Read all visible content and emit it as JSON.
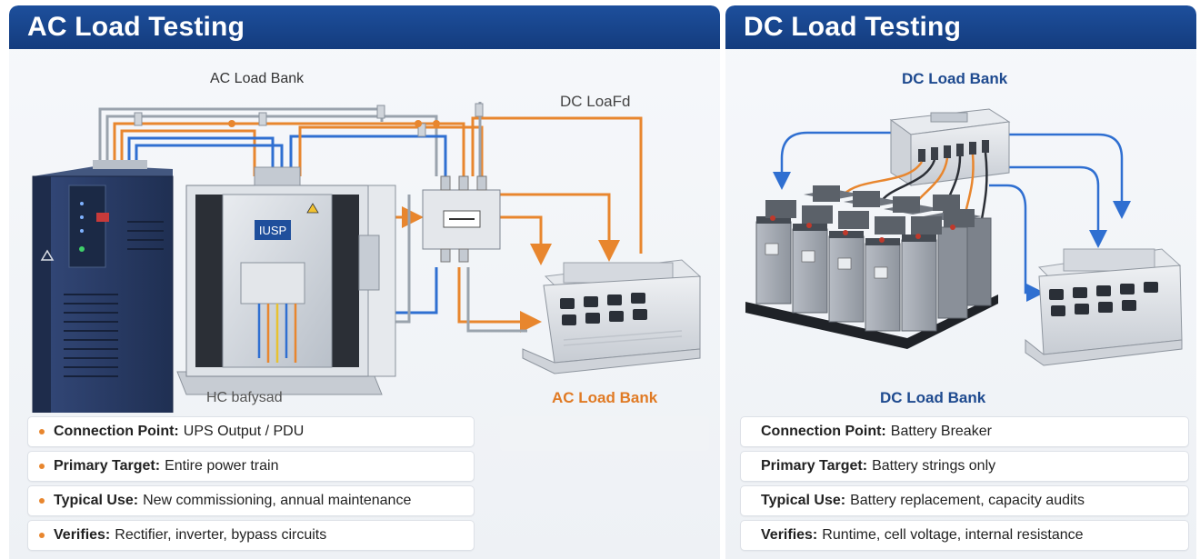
{
  "ac_panel": {
    "title": "AC Load Testing",
    "label_top": "AC Load Bank",
    "label_dc_top": "DC LoaFd",
    "label_bottom_left": "HC bafysad",
    "label_bottom_right": "AC Load Bank",
    "ups_badge": "IUSP",
    "items": [
      {
        "label": "Connection Point:",
        "value": "UPS Output / PDU"
      },
      {
        "label": "Primary Target:",
        "value": "Entire power train"
      },
      {
        "label": "Typical Use:",
        "value": "New commissioning, annual maintenance"
      },
      {
        "label": "Verifies:",
        "value": "Rectifier, inverter, bypass circuits"
      }
    ]
  },
  "dc_panel": {
    "title": "DC Load Testing",
    "label_top": "DC Load Bank",
    "label_bottom": "DC Load Bank",
    "items": [
      {
        "label": "Connection Point:",
        "value": "Battery Breaker"
      },
      {
        "label": "Primary Target:",
        "value": "Battery strings only"
      },
      {
        "label": "Typical Use:",
        "value": "Battery replacement, capacity audits"
      },
      {
        "label": "Verifies:",
        "value": "Runtime, cell voltage, internal resistance"
      }
    ]
  },
  "colors": {
    "header_blue": "#1d4f9c",
    "wire_orange": "#e8862e",
    "wire_blue": "#2f6fd1",
    "wire_gray": "#9aa3ad",
    "cabinet_navy": "#2c3f66",
    "battery_gray": "#9ea5ae"
  },
  "icons": [
    "warning-icon",
    "bullet-icon",
    "arrow-icon"
  ]
}
